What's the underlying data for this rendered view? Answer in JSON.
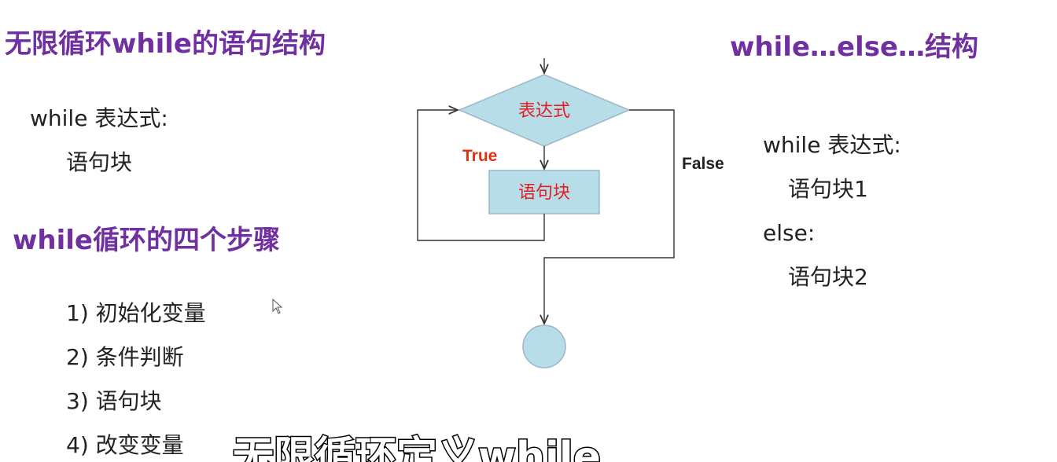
{
  "left_panel": {
    "title_infinite": "无限循环while的语句结构",
    "code_line1": "while 表达式:",
    "code_line2": "语句块",
    "title_steps": "while循环的四个步骤",
    "steps": [
      "1) 初始化变量",
      "2) 条件判断",
      "3) 语句块",
      "4) 改变变量"
    ]
  },
  "flowchart": {
    "condition_label": "表达式",
    "body_label": "语句块",
    "true_label": "True",
    "false_label": "False",
    "colors": {
      "shape_fill": "#b7dde8",
      "shape_stroke": "#9ab8c8",
      "shape_text": "#e02020",
      "true_text": "#e03010",
      "line": "#333333"
    }
  },
  "right_panel": {
    "title": "while…else…结构",
    "code_line1": "while 表达式:",
    "code_line2": "语句块1",
    "code_line3": "else:",
    "code_line4": "语句块2"
  },
  "subtitle": "无限循环定义while",
  "colors": {
    "heading": "#7030a0",
    "body_text": "#222222"
  }
}
